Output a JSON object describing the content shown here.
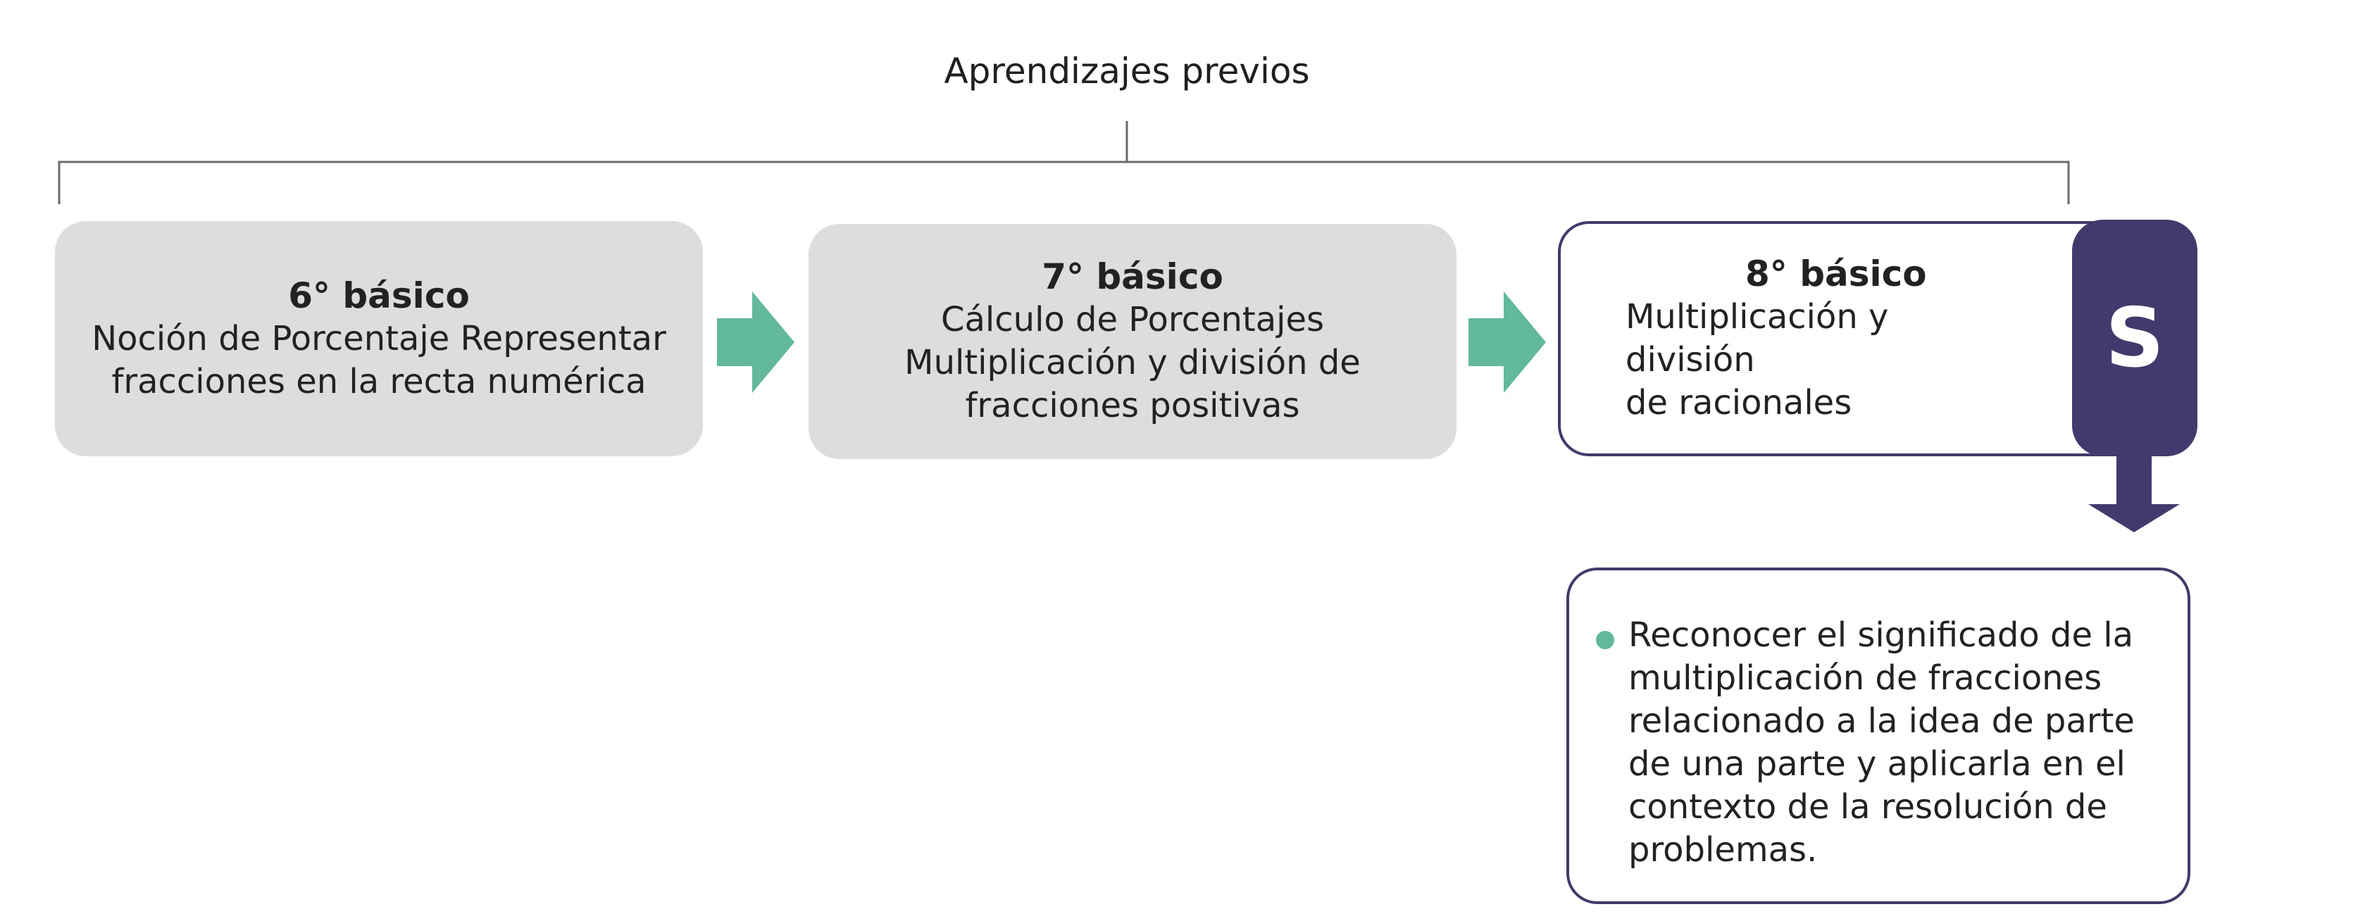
{
  "header": {
    "title": "Aprendizajes previos"
  },
  "boxes": [
    {
      "grade": "6° básico",
      "line1": "Noción de Porcentaje Representar",
      "line2": "fracciones en la recta numérica"
    },
    {
      "grade": "7° básico",
      "line1": "Cálculo de Porcentajes",
      "line2": "Multiplicación y división de",
      "line3": "fracciones positivas"
    },
    {
      "grade": "8° básico",
      "line1": "Multiplicación y división",
      "line2": "de racionales"
    }
  ],
  "badge": {
    "letter": "S"
  },
  "objective": {
    "text": "Reconocer el significado de la multiplicación de fracciones relacionado a la idea de parte de una parte y aplicarla en el contexto de la resolución de problemas."
  },
  "colors": {
    "accent": "#423a6c",
    "arrow": "#62b89a",
    "box_gray": "#dcdddd",
    "line": "#6b6b6b"
  },
  "icons": [
    "arrow-right-icon",
    "arrow-down-icon",
    "bullet-icon"
  ]
}
